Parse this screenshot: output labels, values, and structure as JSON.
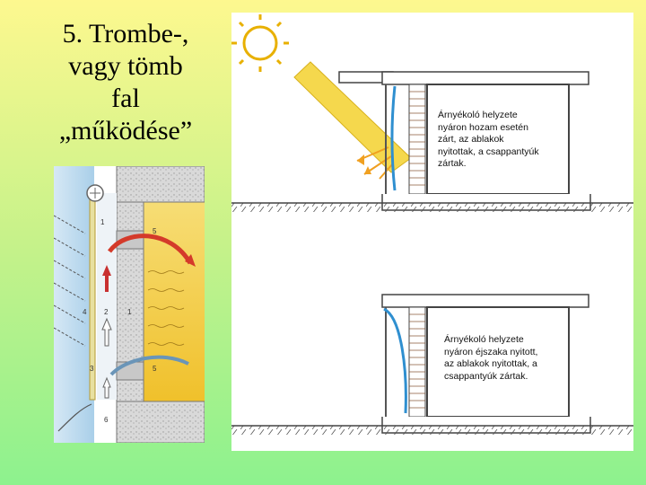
{
  "title": {
    "lines": [
      "5. Trombe-,",
      "vagy tömb",
      "fal",
      "„működése”"
    ]
  },
  "left_diagram": {
    "labels": [
      "1",
      "2",
      "3",
      "4",
      "5",
      "5",
      "6",
      "1"
    ]
  },
  "right_diagram": {
    "top_caption": [
      "Árnyékoló helyzete",
      "nyáron hozam esetén",
      "zárt, az ablakok",
      "nyitottak, a csappantyúk",
      "zártak."
    ],
    "bottom_caption": [
      "Árnyékoló helyzete",
      "nyáron éjszaka nyitott,",
      "az ablakok nyitottak, a",
      "csappantyúk zártak."
    ]
  },
  "colors": {
    "sun": "#f2c318",
    "ray": "#f5d44a",
    "arrow_orange": "#f0a020",
    "arrow_blue": "#2f8fd0",
    "wall_yellow": "#f0c840"
  }
}
